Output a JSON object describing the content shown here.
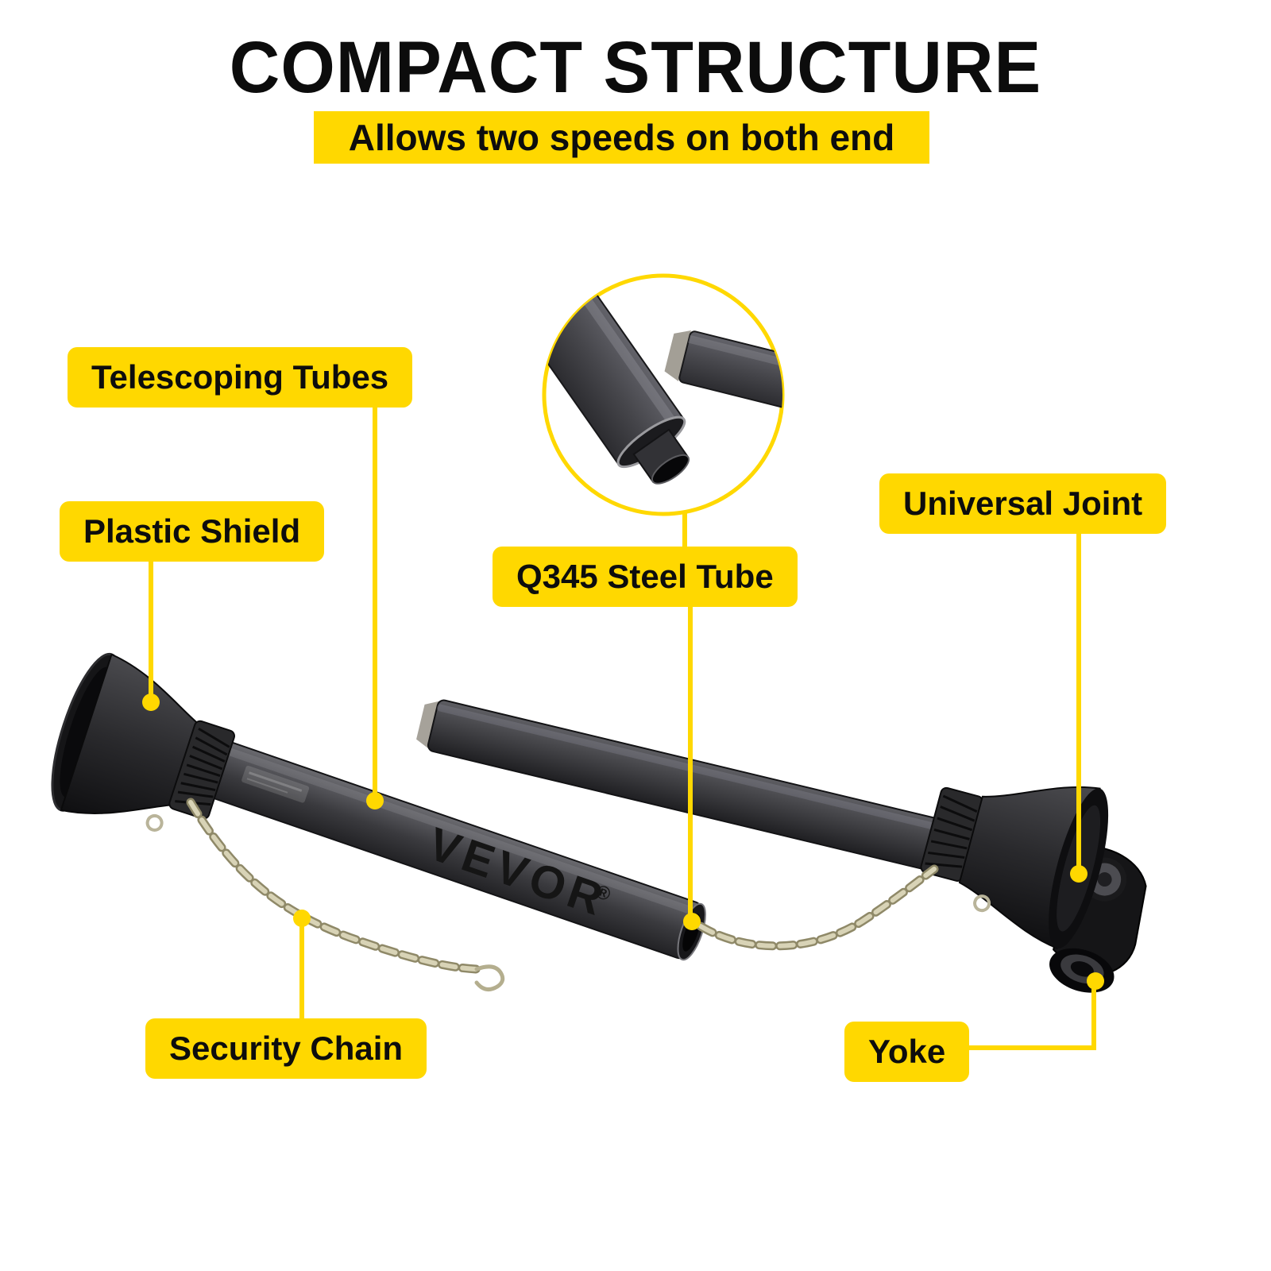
{
  "header": {
    "title": "COMPACT STRUCTURE",
    "subtitle": "Allows two speeds on both end"
  },
  "brand": {
    "name": "VEVOR",
    "reg": "®"
  },
  "callouts": {
    "telescoping_tubes": "Telescoping Tubes",
    "plastic_shield": "Plastic Shield",
    "q345_steel_tube": "Q345 Steel Tube",
    "universal_joint": "Universal Joint",
    "security_chain": "Security Chain",
    "yoke": "Yoke"
  },
  "colors": {
    "accent": "#FFD800",
    "ink": "#0d0d0d",
    "shaft_dark": "#3E3E42",
    "chain": "#CDC8AA"
  }
}
